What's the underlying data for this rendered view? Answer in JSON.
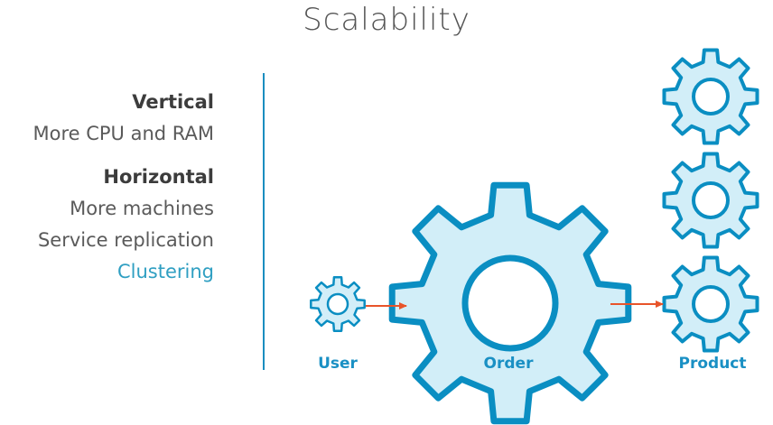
{
  "title": "Scalability",
  "sections": {
    "vertical": {
      "heading": "Vertical",
      "items": [
        "More CPU and RAM"
      ]
    },
    "horizontal": {
      "heading": "Horizontal",
      "items": [
        "More machines",
        "Service replication"
      ]
    },
    "highlight": "Clustering"
  },
  "diagram": {
    "nodes": {
      "user": "User",
      "order": "Order",
      "product": "Product"
    },
    "colors": {
      "gear_fill": "#d2eef8",
      "gear_stroke": "#0a8ec2",
      "arrow": "#e8542a"
    }
  }
}
